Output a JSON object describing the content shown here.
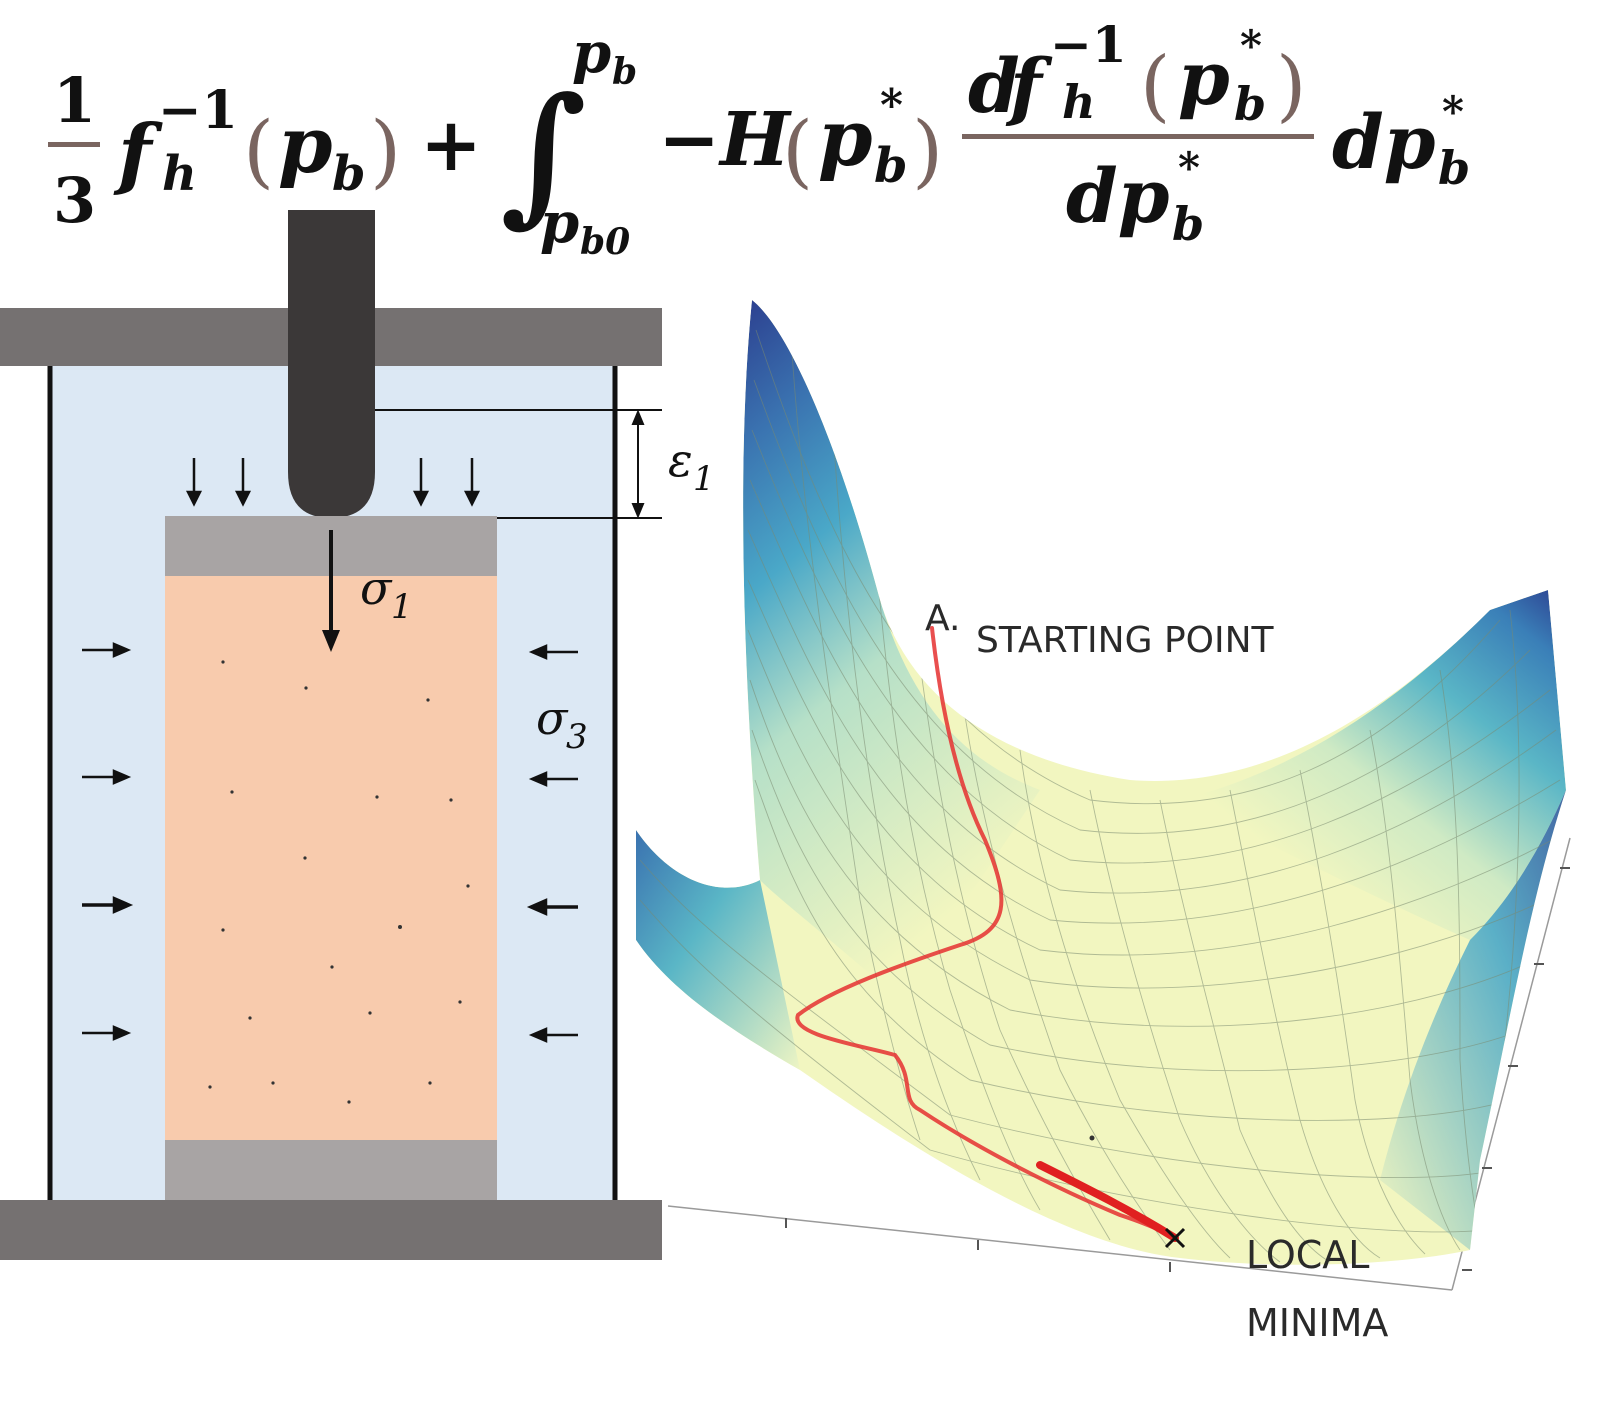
{
  "equation": {
    "frac_num": "1",
    "frac_den": "3",
    "f": "f",
    "h": "h",
    "inv": "−1",
    "lparen": "(",
    "rparen": ")",
    "p": "p",
    "b": "b",
    "plus": "+",
    "integral": "∫",
    "upper_limit_p": "p",
    "upper_limit_b": "b",
    "lower_limit_p": "p",
    "lower_limit_b0": "b0",
    "minus_H": "−H",
    "star": "*",
    "d": "d",
    "dp": "dp"
  },
  "apparatus": {
    "epsilon_label": "ε",
    "epsilon_sub": "1",
    "sigma1_label": "σ",
    "sigma1_sub": "1",
    "sigma3_label": "σ",
    "sigma3_sub": "3"
  },
  "surface": {
    "start_marker": "A.",
    "start_label": "STARTING POINT",
    "end_label_line1": "LOCAL",
    "end_label_line2": "MINIMA",
    "colors": {
      "ridge": "#2c3f8f",
      "mid": "#4aa8c8",
      "valley": "#f2f6c0",
      "path": "#e53030"
    }
  }
}
